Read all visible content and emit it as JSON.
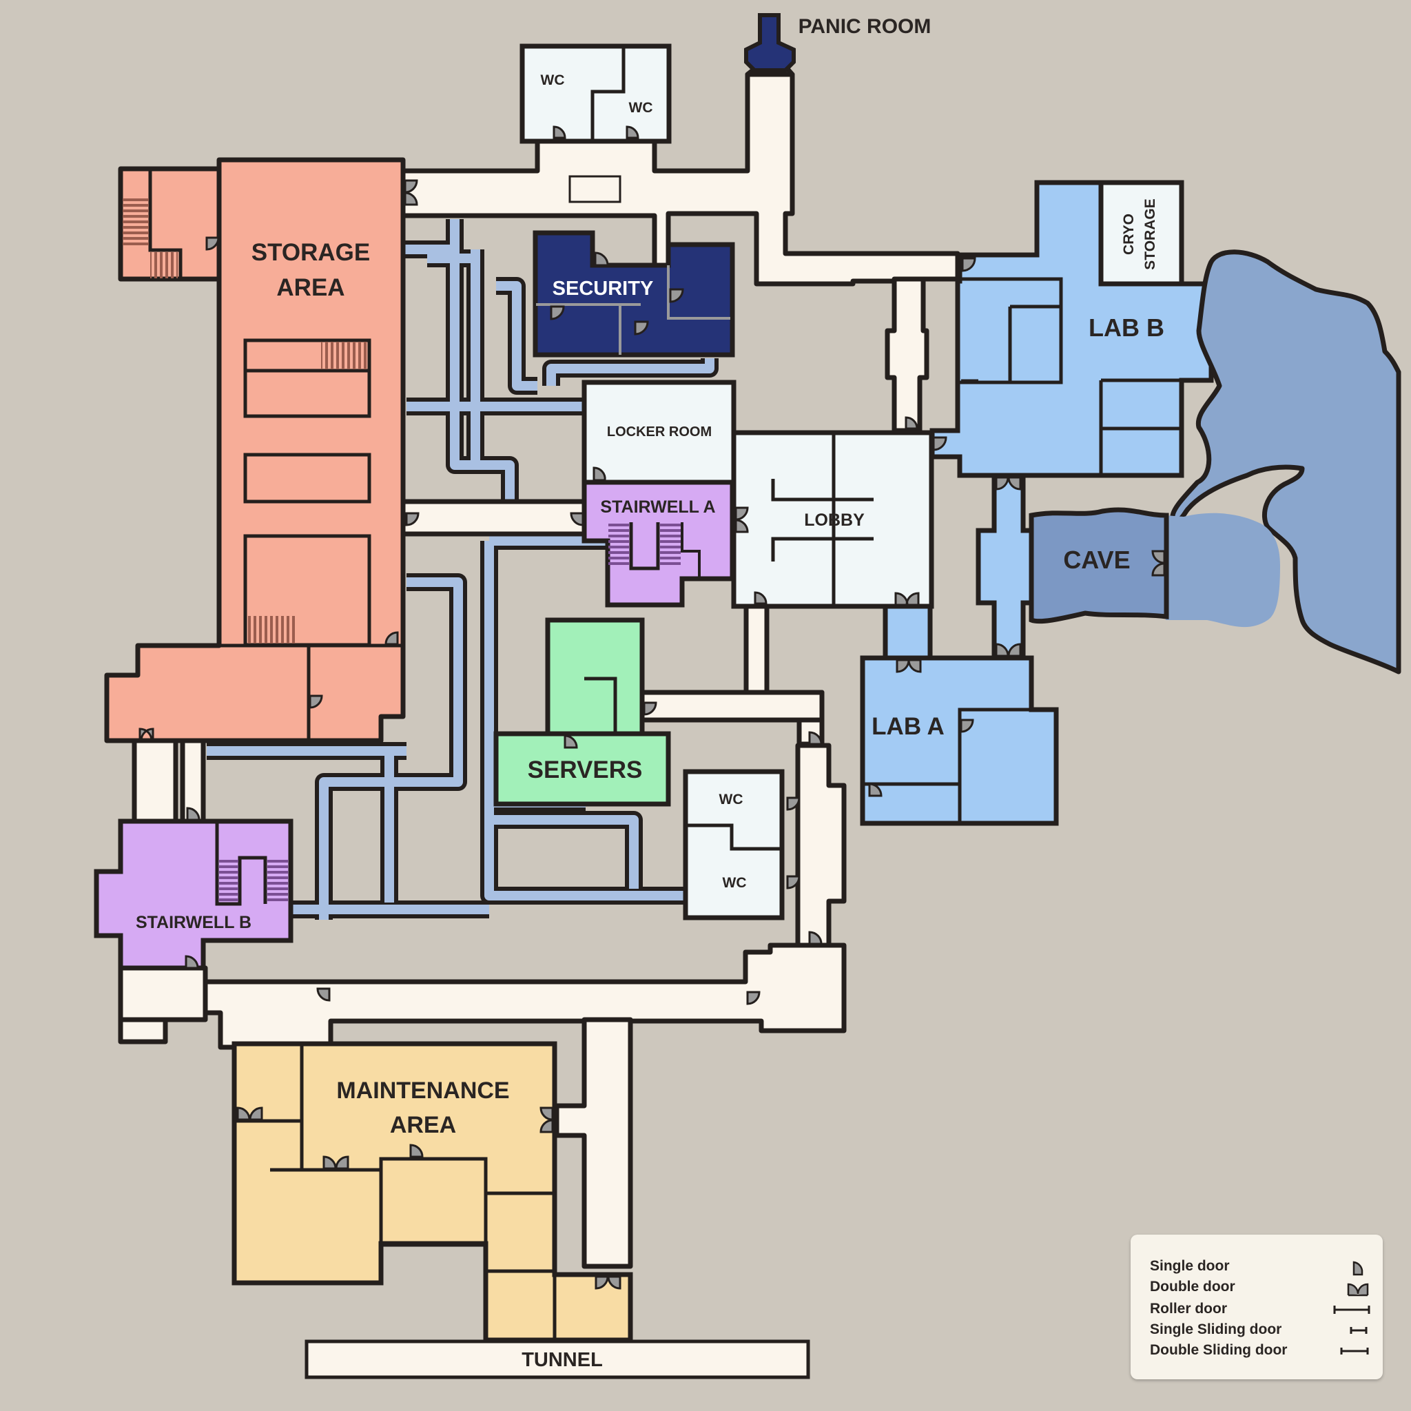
{
  "rooms": {
    "panic_room": "PANIC ROOM",
    "wc": "WC",
    "storage_area": [
      "STORAGE",
      "AREA"
    ],
    "security": "SECURITY",
    "cryo_storage": [
      "CRYO",
      "STORAGE"
    ],
    "lab_b": "LAB B",
    "locker_room": "LOCKER ROOM",
    "stairwell_a": "STAIRWELL A",
    "lobby": "LOBBY",
    "cave": "CAVE",
    "lab_a": "LAB A",
    "servers": "SERVERS",
    "stairwell_b": "STAIRWELL B",
    "maintenance_area": [
      "MAINTENANCE",
      "AREA"
    ],
    "tunnel": "TUNNEL"
  },
  "legend": {
    "single_door": "Single door",
    "double_door": "Double door",
    "roller_door": "Roller door",
    "single_sliding_door": "Single Sliding door",
    "double_sliding_door": "Double Sliding door"
  },
  "colors": {
    "background": "#cdc7bd",
    "corridor": "#fbf5ec",
    "vent": "#a9c0e2",
    "storage": "#f7ad98",
    "security": "#253377",
    "lab": "#a3cbf4",
    "cave": "#8aa6cd",
    "stairwell": "#d6aaf3",
    "servers": "#a2f0b9",
    "maintenance": "#f8dca4",
    "white_room": "#f1f7f8",
    "wall": "#241f1d"
  }
}
